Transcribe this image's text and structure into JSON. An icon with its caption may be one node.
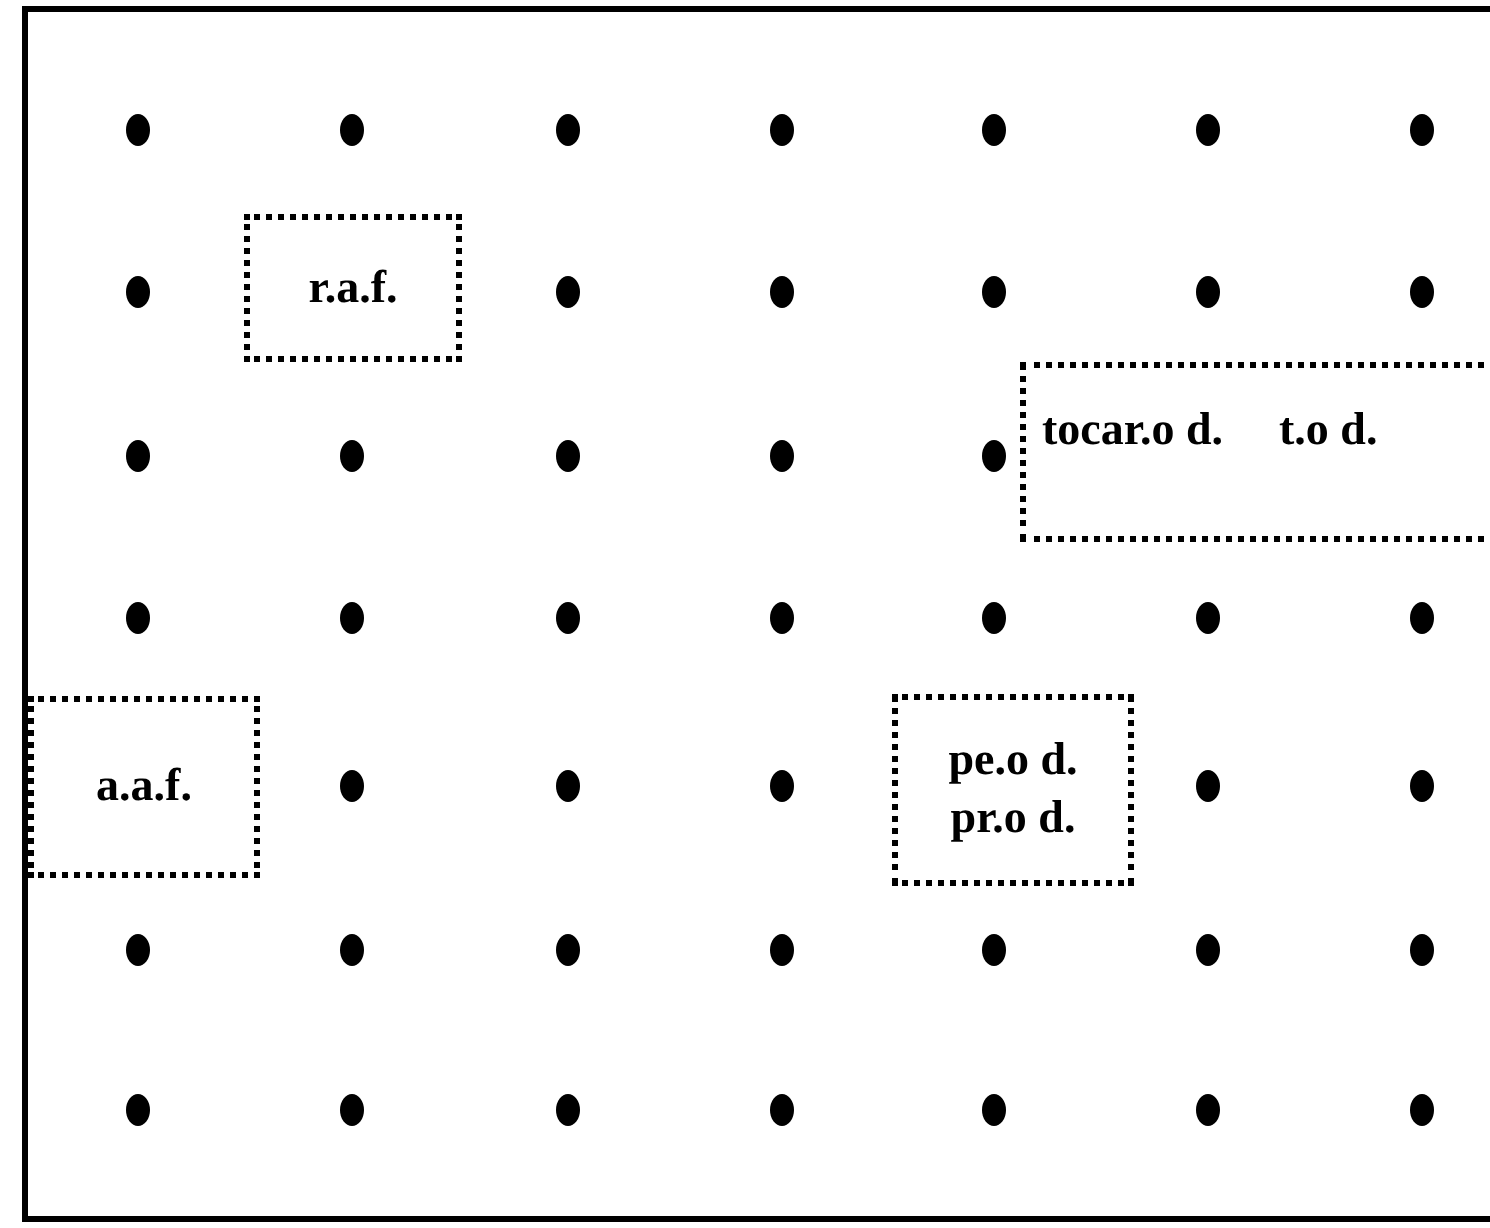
{
  "diagram": {
    "nodes": [
      {
        "text": [
          "r.a.f."
        ]
      },
      {
        "text": [
          "tocar.o d.",
          "t.o d."
        ]
      },
      {
        "text": [
          "a.a.f."
        ]
      },
      {
        "text": [
          "pe.o d.",
          "pr.o d."
        ]
      }
    ]
  }
}
